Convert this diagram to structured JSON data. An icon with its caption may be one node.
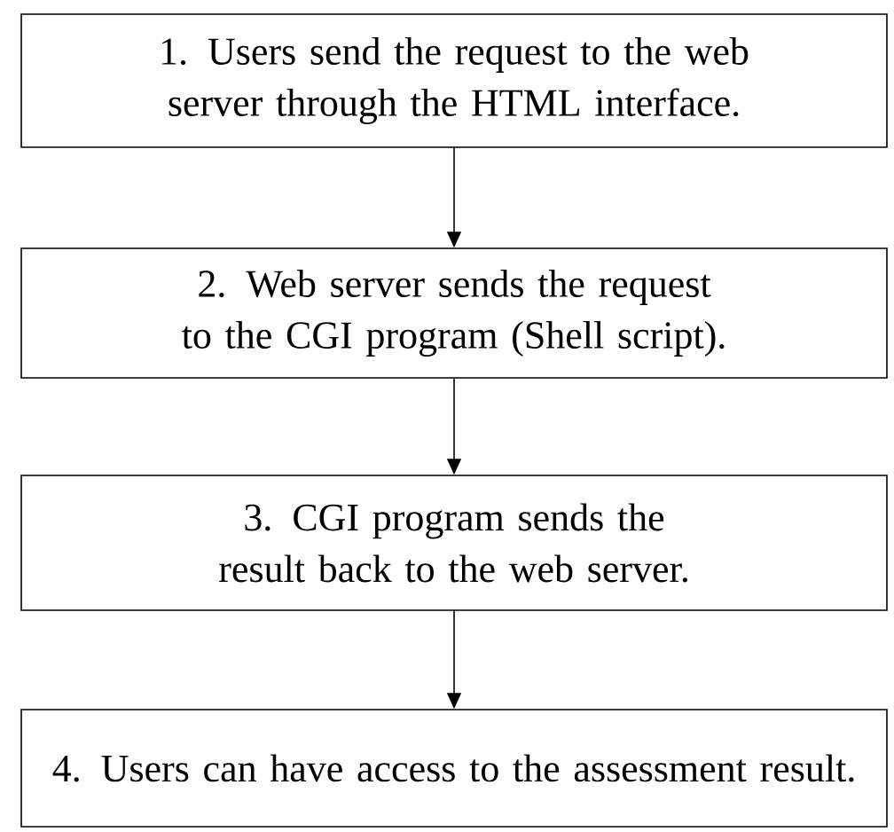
{
  "diagram": {
    "nodes": [
      {
        "text": [
          "1. Users send the request to the web server through the HTML interface."
        ]
      },
      {
        "text": [
          "2. Web server sends the request to the CGI program (Shell script)."
        ]
      },
      {
        "text": [
          "3. CGI program sends the result back to the web server."
        ]
      },
      {
        "text": [
          "4. Users can have access to the assessment result."
        ]
      }
    ],
    "edges": [
      {
        "from": 0,
        "to": 1,
        "arrow": "to"
      },
      {
        "from": 1,
        "to": 2,
        "arrow": "to"
      },
      {
        "from": 2,
        "to": 3,
        "arrow": "to"
      }
    ]
  }
}
